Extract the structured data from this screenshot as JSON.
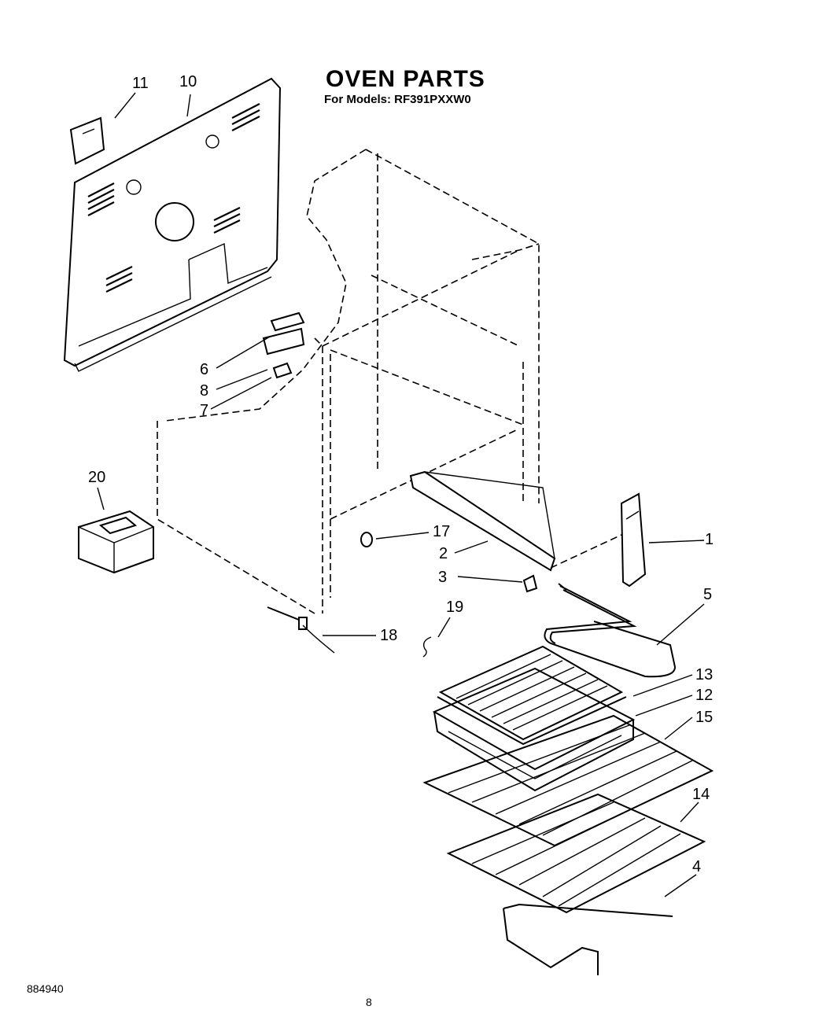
{
  "header": {
    "title": "OVEN PARTS",
    "subtitle": "For Models: RF391PXXW0"
  },
  "footer": {
    "doc_number": "884940",
    "page_number": "8"
  },
  "callouts": {
    "c1": "1",
    "c2": "2",
    "c3": "3",
    "c4": "4",
    "c5": "5",
    "c6": "6",
    "c7": "7",
    "c8": "8",
    "c10": "10",
    "c11": "11",
    "c12": "12",
    "c13": "13",
    "c14": "14",
    "c15": "15",
    "c17": "17",
    "c18": "18",
    "c19": "19",
    "c20": "20"
  }
}
